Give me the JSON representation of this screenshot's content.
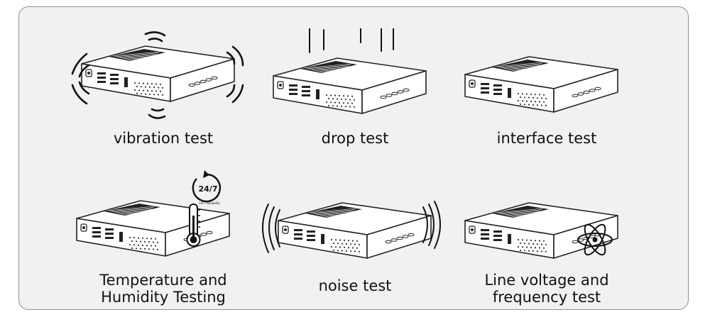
{
  "tests": [
    {
      "id": "vibration",
      "lines": [
        "vibration test"
      ],
      "effect": "vibration-waves"
    },
    {
      "id": "drop",
      "lines": [
        "drop test"
      ],
      "effect": "drop-lines"
    },
    {
      "id": "interface",
      "lines": [
        "interface test"
      ],
      "effect": "none"
    },
    {
      "id": "temperature",
      "lines": [
        "Temperature and",
        "Humidity Testing"
      ],
      "effect": "thermometer-24-7",
      "badge_text": "24/7",
      "badge_caption": "24/7 Reliability"
    },
    {
      "id": "noise",
      "lines": [
        "noise test"
      ],
      "effect": "sound-arcs"
    },
    {
      "id": "voltage",
      "lines": [
        "Line voltage and",
        "frequency test"
      ],
      "effect": "atom-icon"
    }
  ],
  "colors": {
    "frame_bg": "#f1f1f1",
    "frame_border": "#8f8f8f",
    "ink": "#111111"
  }
}
